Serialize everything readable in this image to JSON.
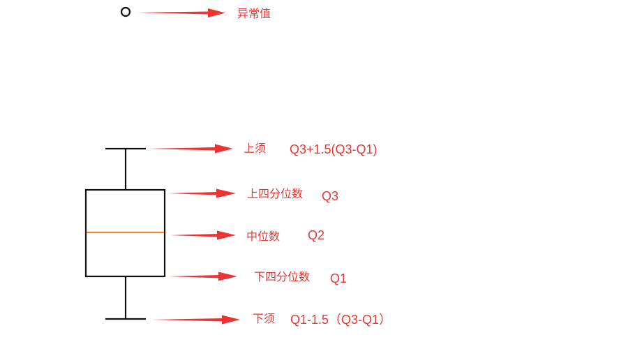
{
  "colors": {
    "line": "#111111",
    "median": "#f0892e",
    "annotation": "#e53935"
  },
  "labels": {
    "outlier": {
      "name": "异常值"
    },
    "upper_whisker": {
      "name": "上须",
      "formula": "Q3+1.5(Q3-Q1)"
    },
    "upper_quartile": {
      "name": "上四分位数",
      "formula": "Q3"
    },
    "median": {
      "name": "中位数",
      "formula": "Q2"
    },
    "lower_quartile": {
      "name": "下四分位数",
      "formula": "Q1"
    },
    "lower_whisker": {
      "name": "下须",
      "formula": "Q1-1.5（Q3-Q1）"
    }
  }
}
